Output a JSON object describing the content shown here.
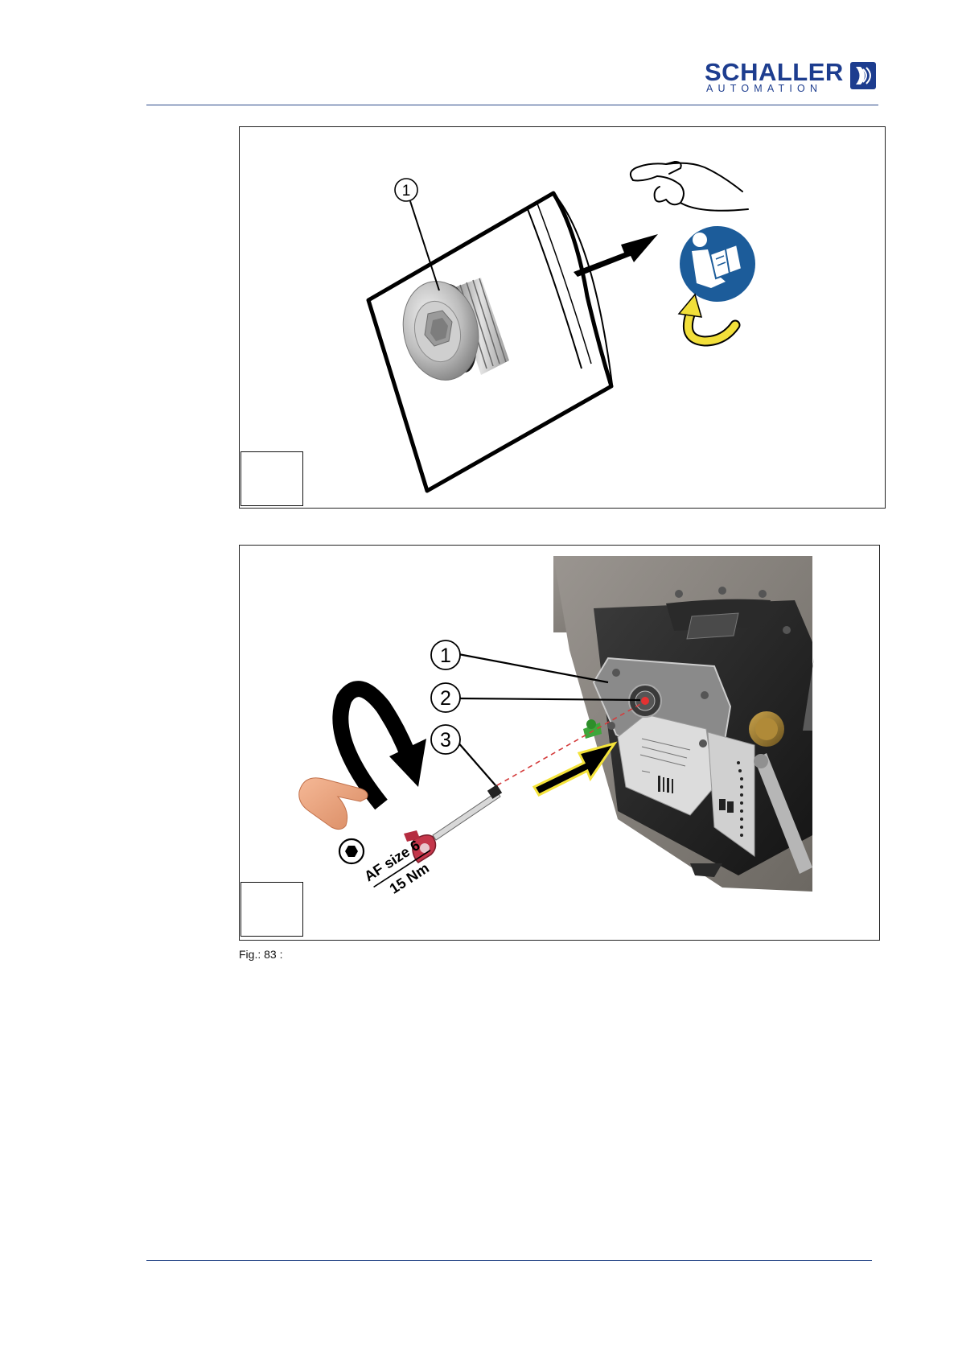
{
  "header": {
    "brand_name": "SCHALLER",
    "brand_sub": "AUTOMATION",
    "brand_color": "#1d3d8f"
  },
  "figure_top": {
    "callouts": [
      "①"
    ],
    "icons": [
      "hand-icon",
      "read-manual-icon",
      "rotate-arrow-icon"
    ]
  },
  "figure_bottom": {
    "callouts": [
      "②",
      "③"
    ],
    "af_size_label": "AF size 6",
    "torque_label": "15 Nm",
    "icons": [
      "hex-socket-icon",
      "hand-icon",
      "rotation-arrow-icon"
    ]
  },
  "caption": "Fig.: 83 :"
}
